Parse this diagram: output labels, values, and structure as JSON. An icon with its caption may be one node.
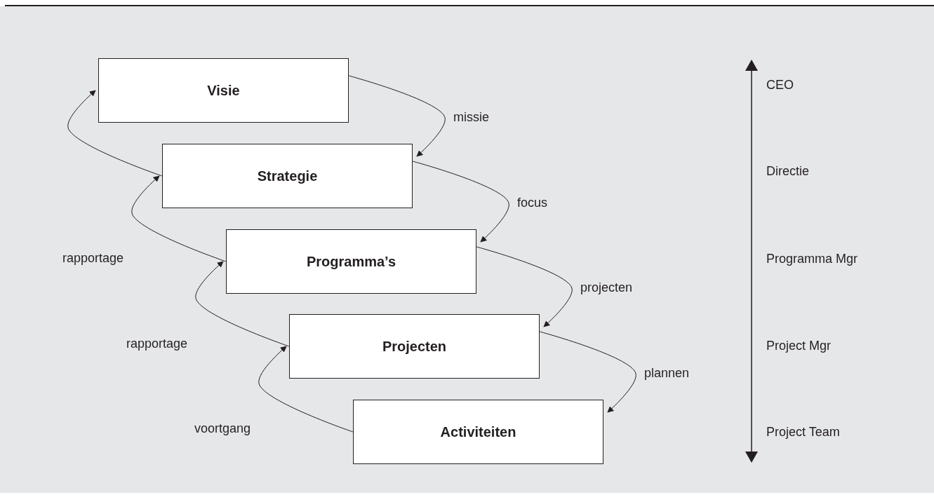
{
  "diagram": {
    "nodes": [
      {
        "text": [
          "Visie"
        ]
      },
      {
        "text": [
          "Strategie"
        ]
      },
      {
        "text": [
          "Programma’s"
        ]
      },
      {
        "text": [
          "Projecten"
        ]
      },
      {
        "text": [
          "Activiteiten"
        ]
      }
    ],
    "edges": [
      {
        "from": 0,
        "to": 1,
        "arrow": "to",
        "label": "missie"
      },
      {
        "from": 1,
        "to": 2,
        "arrow": "to",
        "label": "focus"
      },
      {
        "from": 2,
        "to": 3,
        "arrow": "to",
        "label": "projecten"
      },
      {
        "from": 3,
        "to": 4,
        "arrow": "to",
        "label": "plannen"
      },
      {
        "from": 1,
        "to": 0,
        "arrow": "to"
      },
      {
        "from": 2,
        "to": 1,
        "arrow": "to",
        "label": "rapportage"
      },
      {
        "from": 3,
        "to": 2,
        "arrow": "to",
        "label": "rapportage"
      },
      {
        "from": 4,
        "to": 3,
        "arrow": "to",
        "label": "voortgang"
      }
    ],
    "labels": [
      "CEO",
      "Directie",
      "Programma Mgr",
      "Project Mgr",
      "Project Team"
    ]
  }
}
